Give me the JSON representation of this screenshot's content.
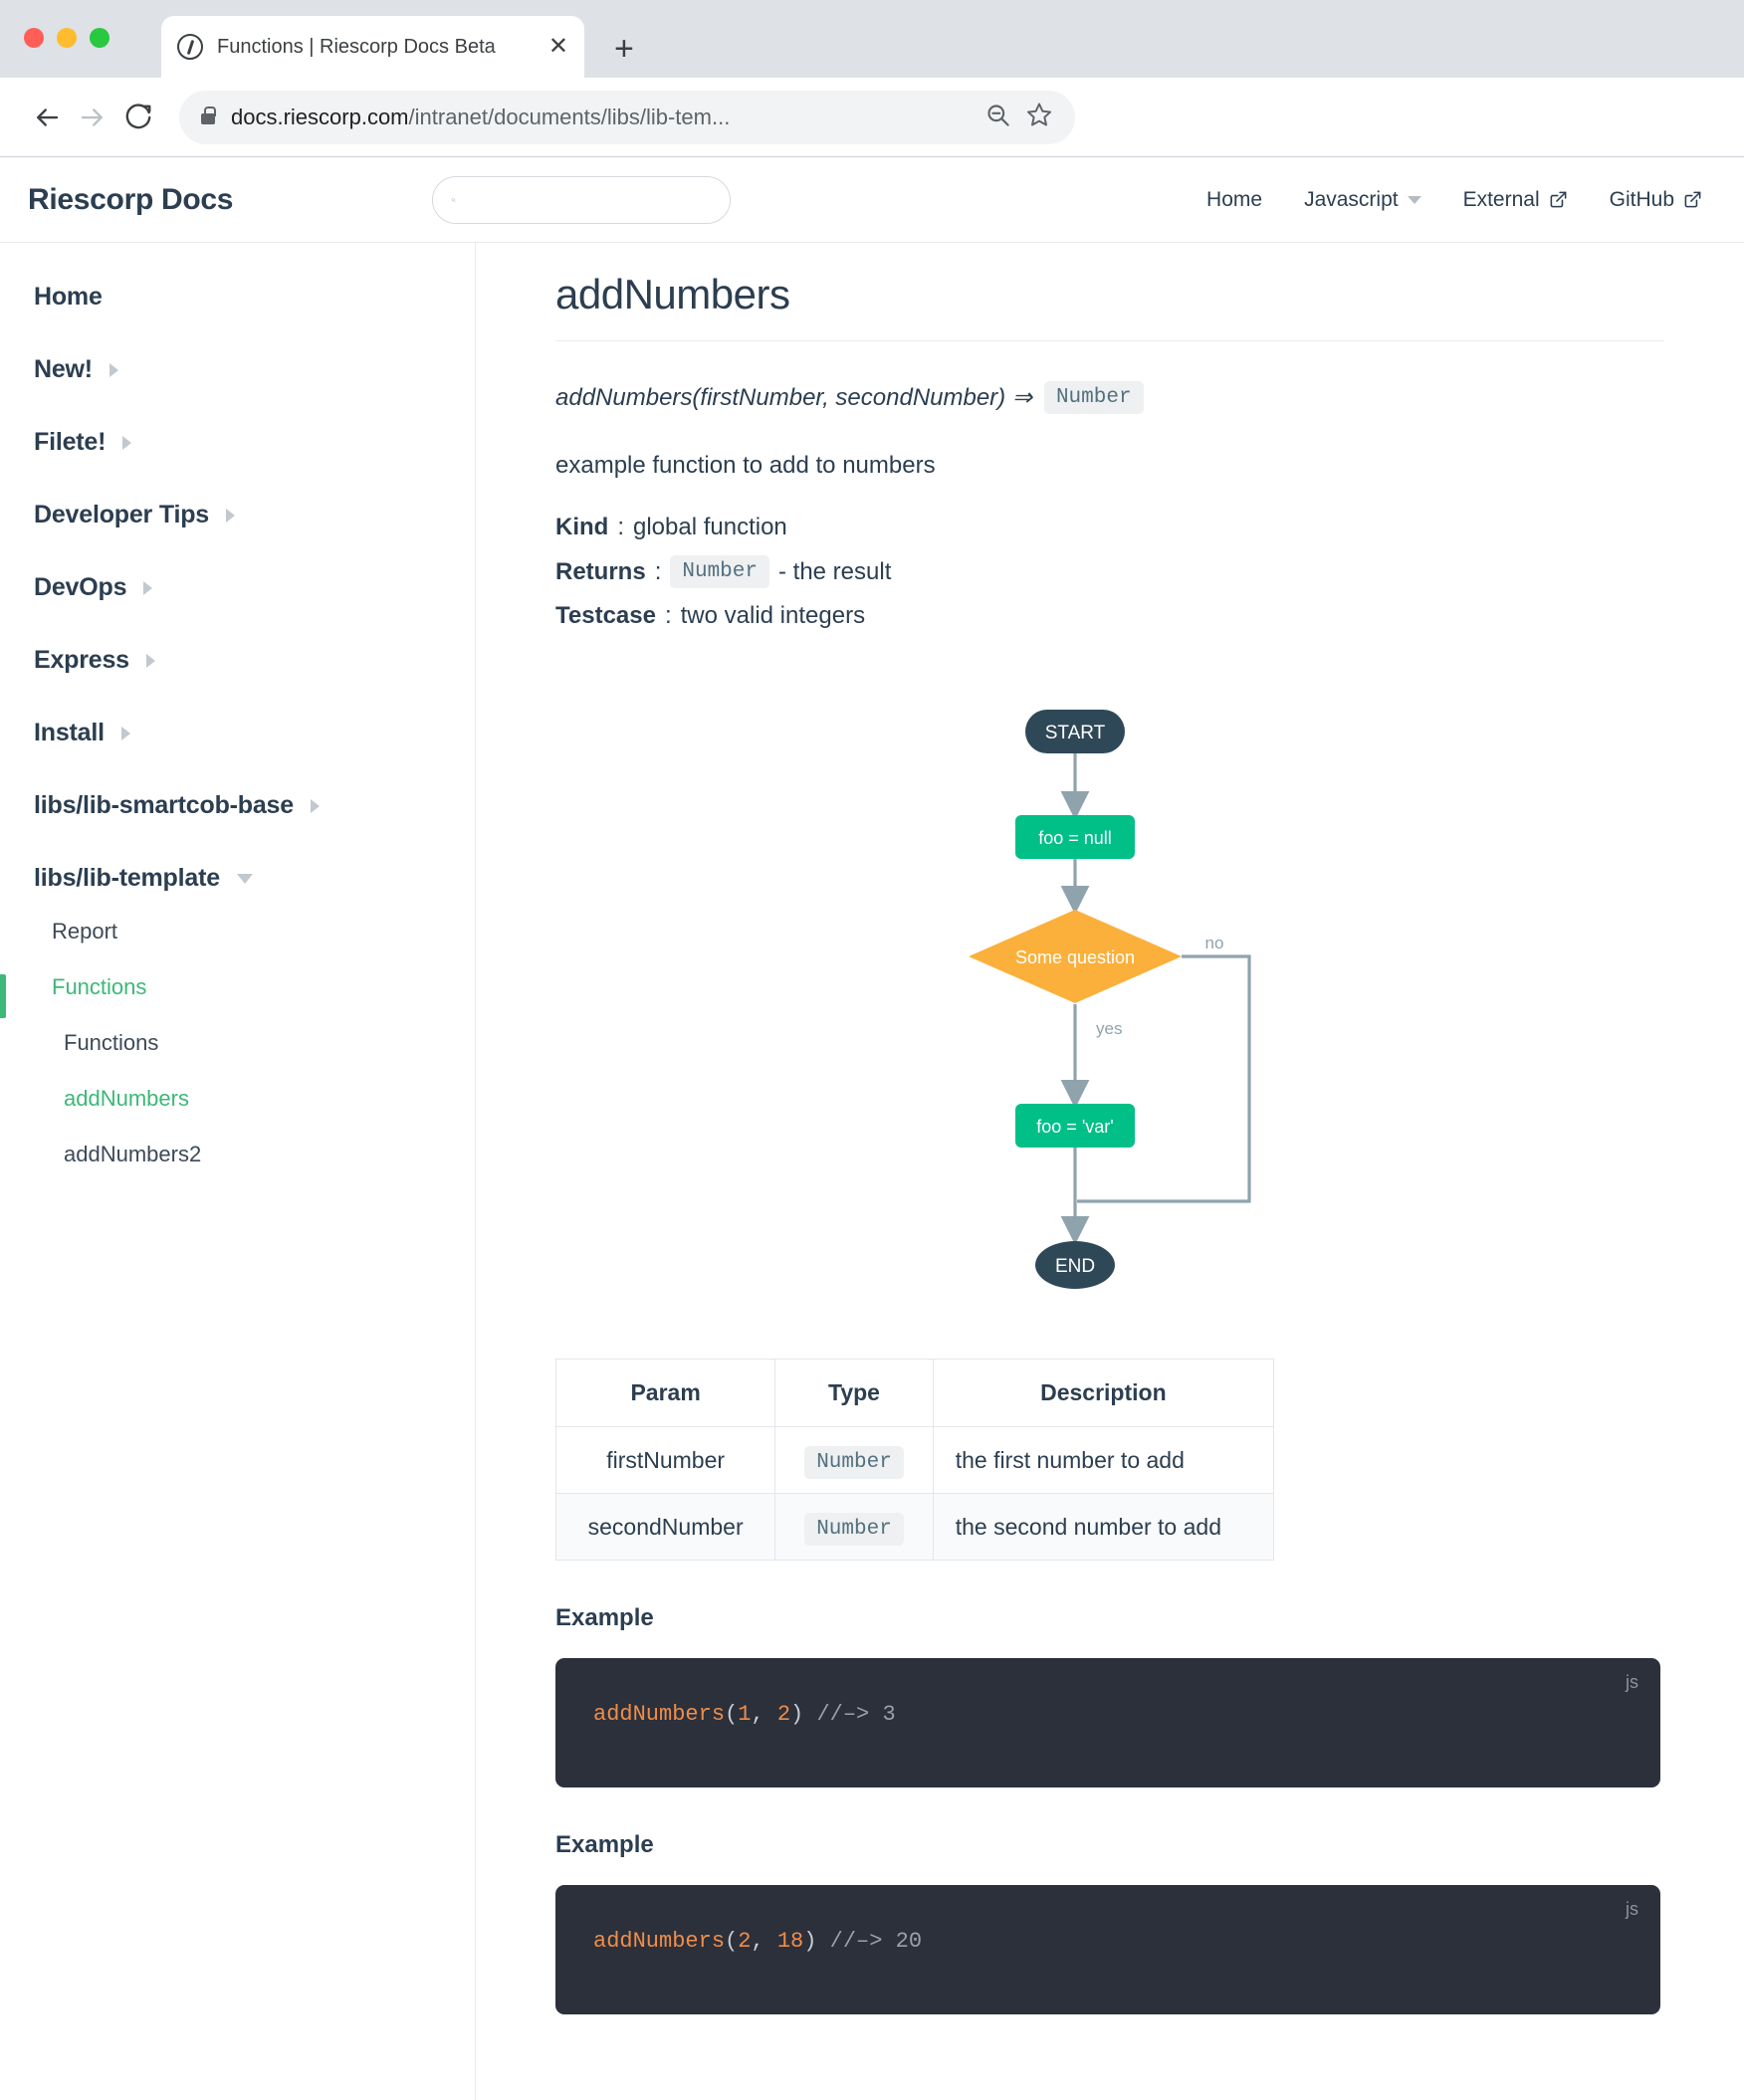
{
  "browser": {
    "tab_title": "Functions | Riescorp Docs Beta",
    "close_label": "✕",
    "newtab_label": "+",
    "url_host": "docs.riescorp.com",
    "url_path": "/intranet/documents/libs/lib-tem..."
  },
  "header": {
    "brand": "Riescorp Docs",
    "search_placeholder": "",
    "search_value": "",
    "nav": [
      {
        "label": "Home",
        "external": false,
        "dropdown": false
      },
      {
        "label": "Javascript",
        "external": false,
        "dropdown": true
      },
      {
        "label": "External",
        "external": true,
        "dropdown": false
      },
      {
        "label": "GitHub",
        "external": true,
        "dropdown": false
      }
    ]
  },
  "sidebar": {
    "top_items": [
      {
        "label": "Home",
        "caret": false
      },
      {
        "label": "New!",
        "caret": true
      },
      {
        "label": "Filete!",
        "caret": true
      },
      {
        "label": "Developer Tips",
        "caret": true
      },
      {
        "label": "DevOps",
        "caret": true
      },
      {
        "label": "Express",
        "caret": true
      },
      {
        "label": "Install",
        "caret": true
      },
      {
        "label": "libs/lib-smartcob-base",
        "caret": true
      }
    ],
    "expanded_section": "libs/lib-template",
    "sub_items": [
      {
        "label": "Report",
        "level": 1,
        "active": false
      },
      {
        "label": "Functions",
        "level": 1,
        "active": true
      },
      {
        "label": "Functions",
        "level": 2,
        "active": false
      },
      {
        "label": "addNumbers",
        "level": 2,
        "active": true
      },
      {
        "label": "addNumbers2",
        "level": 2,
        "active": false
      }
    ]
  },
  "main": {
    "title": "addNumbers",
    "signature_text": "addNumbers(firstNumber, secondNumber) ⇒",
    "signature_type": "Number",
    "description": "example function to add to numbers",
    "meta": {
      "kind_label": "Kind",
      "kind_value": "global function",
      "returns_label": "Returns",
      "returns_type": "Number",
      "returns_desc": "- the result",
      "testcase_label": "Testcase",
      "testcase_value": "two valid integers"
    },
    "table": {
      "headers": [
        "Param",
        "Type",
        "Description"
      ],
      "rows": [
        {
          "param": "firstNumber",
          "type": "Number",
          "description": "the first number to add"
        },
        {
          "param": "secondNumber",
          "type": "Number",
          "description": "the second number to add"
        }
      ]
    },
    "examples": [
      {
        "heading": "Example",
        "lang": "js",
        "fn": "addNumbers",
        "args": [
          "1",
          "2"
        ],
        "comment": "//–> 3"
      },
      {
        "heading": "Example",
        "lang": "js",
        "fn": "addNumbers",
        "args": [
          "2",
          "18"
        ],
        "comment": "//–> 20"
      }
    ]
  },
  "flowchart": {
    "type": "flowchart",
    "colors": {
      "terminal": "#2f4858",
      "process": "#00bf87",
      "decision": "#fbb03b",
      "edge": "#8fa3ad",
      "label": "#8fa3ad"
    },
    "nodes": [
      {
        "id": "start",
        "shape": "stadium",
        "label": "START"
      },
      {
        "id": "n1",
        "shape": "rect",
        "label": "foo = null"
      },
      {
        "id": "q1",
        "shape": "diamond",
        "label": "Some question"
      },
      {
        "id": "n2",
        "shape": "rect",
        "label": "foo = 'var'"
      },
      {
        "id": "end",
        "shape": "stadium",
        "label": "END"
      }
    ],
    "edges": [
      {
        "from": "start",
        "to": "n1",
        "label": ""
      },
      {
        "from": "n1",
        "to": "q1",
        "label": ""
      },
      {
        "from": "q1",
        "to": "n2",
        "label": "yes"
      },
      {
        "from": "q1",
        "to": "end",
        "label": "no"
      },
      {
        "from": "n2",
        "to": "end",
        "label": ""
      }
    ]
  }
}
